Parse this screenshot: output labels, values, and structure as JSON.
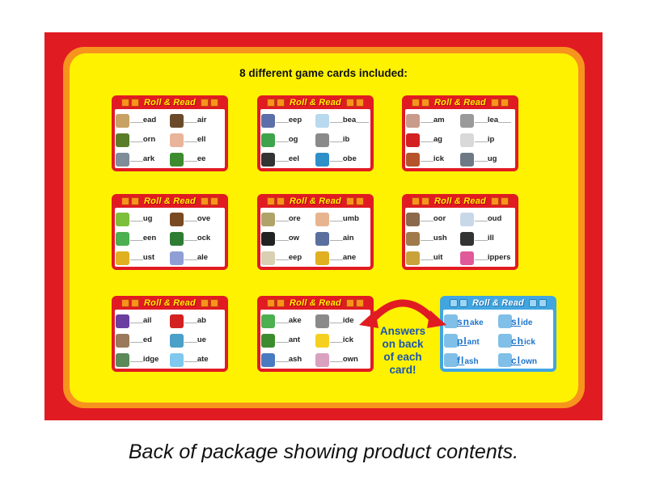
{
  "heading": "8 different game cards included:",
  "card_title": "Roll & Read",
  "answers_note": [
    "Answers",
    "on back",
    "of each",
    "card!"
  ],
  "caption": "Back of package showing product contents.",
  "colors": {
    "board_red": "#e11b22",
    "border_orange": "#f7941d",
    "panel_yellow": "#fff200",
    "answer_blue": "#41a6e0",
    "arrow_red": "#e11b22",
    "note_blue": "#1a55b0"
  },
  "cards": [
    {
      "variant": "red",
      "items": [
        {
          "word": "___ead",
          "icon": "bread-icon",
          "color": "#c8a165"
        },
        {
          "word": "___air",
          "icon": "chair-icon",
          "color": "#6b4a2b"
        },
        {
          "word": "___orn",
          "icon": "thorn-icon",
          "color": "#5a7d2a"
        },
        {
          "word": "___ell",
          "icon": "shell-icon",
          "color": "#e8b49a"
        },
        {
          "word": "___ark",
          "icon": "shark-icon",
          "color": "#7f8c99"
        },
        {
          "word": "___ee",
          "icon": "tree-icon",
          "color": "#3c8c2f"
        }
      ]
    },
    {
      "variant": "red",
      "items": [
        {
          "word": "___eep",
          "icon": "sheep-icon",
          "color": "#5d6fa8"
        },
        {
          "word": "___bea___",
          "icon": "beach-icon",
          "color": "#b8d9ee"
        },
        {
          "word": "___og",
          "icon": "frog-icon",
          "color": "#3ea34b"
        },
        {
          "word": "___ib",
          "icon": "crib-icon",
          "color": "#8a8a8a"
        },
        {
          "word": "___eel",
          "icon": "wheel-icon",
          "color": "#333333"
        },
        {
          "word": "___obe",
          "icon": "globe-icon",
          "color": "#2f8fc9"
        }
      ]
    },
    {
      "variant": "red",
      "items": [
        {
          "word": "___am",
          "icon": "clam-icon",
          "color": "#c99b8a"
        },
        {
          "word": "___lea___",
          "icon": "flea-icon",
          "color": "#9a9a9a"
        },
        {
          "word": "___ag",
          "icon": "flag-icon",
          "color": "#d32020"
        },
        {
          "word": "___ip",
          "icon": "ship-icon",
          "color": "#d9d9d9"
        },
        {
          "word": "___ick",
          "icon": "brick-icon",
          "color": "#b5532a"
        },
        {
          "word": "___ug",
          "icon": "slug-icon",
          "color": "#6d7a86"
        }
      ]
    },
    {
      "variant": "red",
      "items": [
        {
          "word": "___ug",
          "icon": "slug-icon",
          "color": "#7cbf3a"
        },
        {
          "word": "___ove",
          "icon": "glove-icon",
          "color": "#7a4a22"
        },
        {
          "word": "___een",
          "icon": "green-icon",
          "color": "#4caf50"
        },
        {
          "word": "___ock",
          "icon": "clock-icon",
          "color": "#2e7d32"
        },
        {
          "word": "___ust",
          "icon": "crust-icon",
          "color": "#e0b020"
        },
        {
          "word": "___ale",
          "icon": "whale-icon",
          "color": "#8f9fd6"
        }
      ]
    },
    {
      "variant": "red",
      "items": [
        {
          "word": "___ore",
          "icon": "store-icon",
          "color": "#b0a36a"
        },
        {
          "word": "___umb",
          "icon": "thumb-icon",
          "color": "#e8b48f"
        },
        {
          "word": "___ow",
          "icon": "crow-icon",
          "color": "#222222"
        },
        {
          "word": "___ain",
          "icon": "train-icon",
          "color": "#5a6f9e"
        },
        {
          "word": "___eep",
          "icon": "sheep-icon",
          "color": "#d9cfb2"
        },
        {
          "word": "___ane",
          "icon": "plane-icon",
          "color": "#e0b020"
        }
      ]
    },
    {
      "variant": "red",
      "items": [
        {
          "word": "___oor",
          "icon": "door-icon",
          "color": "#8a6a4a"
        },
        {
          "word": "___oud",
          "icon": "cloud-icon",
          "color": "#c9d8e8"
        },
        {
          "word": "___ush",
          "icon": "brush-icon",
          "color": "#a07a4a"
        },
        {
          "word": "___ill",
          "icon": "grill-icon",
          "color": "#333333"
        },
        {
          "word": "___uit",
          "icon": "fruit-icon",
          "color": "#c9a23a"
        },
        {
          "word": "___ippers",
          "icon": "slippers-icon",
          "color": "#e05a9a"
        }
      ]
    },
    {
      "variant": "red",
      "items": [
        {
          "word": "___ail",
          "icon": "snail-icon",
          "color": "#6b3fa0"
        },
        {
          "word": "___ab",
          "icon": "crab-icon",
          "color": "#d32020"
        },
        {
          "word": "___ed",
          "icon": "sled-icon",
          "color": "#9a7a5a"
        },
        {
          "word": "___ue",
          "icon": "glue-icon",
          "color": "#4aa0c8"
        },
        {
          "word": "___idge",
          "icon": "bridge-icon",
          "color": "#5a8a5a"
        },
        {
          "word": "___ate",
          "icon": "plate-icon",
          "color": "#7fc8ee"
        }
      ]
    },
    {
      "variant": "red",
      "items": [
        {
          "word": "___ake",
          "icon": "snake-icon",
          "color": "#4caf50"
        },
        {
          "word": "___ide",
          "icon": "slide-icon",
          "color": "#8a8a8a"
        },
        {
          "word": "___ant",
          "icon": "plant-icon",
          "color": "#3c8c2f"
        },
        {
          "word": "___ick",
          "icon": "chick-icon",
          "color": "#f5d020"
        },
        {
          "word": "___ash",
          "icon": "flash-icon",
          "color": "#4a7ac0"
        },
        {
          "word": "___own",
          "icon": "clown-icon",
          "color": "#d9a0c0"
        }
      ]
    },
    {
      "variant": "blue",
      "items": [
        {
          "word": "ake",
          "letters": "sn",
          "icon": "snake-icon",
          "color": "#7fbfe8"
        },
        {
          "word": "ide",
          "letters": "sl",
          "icon": "slide-icon",
          "color": "#7fbfe8"
        },
        {
          "word": "ant",
          "letters": "pl",
          "icon": "plant-icon",
          "color": "#7fbfe8"
        },
        {
          "word": "ick",
          "letters": "ch",
          "icon": "chick-icon",
          "color": "#7fbfe8"
        },
        {
          "word": "ash",
          "letters": "fl",
          "icon": "flash-icon",
          "color": "#7fbfe8"
        },
        {
          "word": "own",
          "letters": "cl",
          "icon": "clown-icon",
          "color": "#7fbfe8"
        }
      ]
    }
  ]
}
